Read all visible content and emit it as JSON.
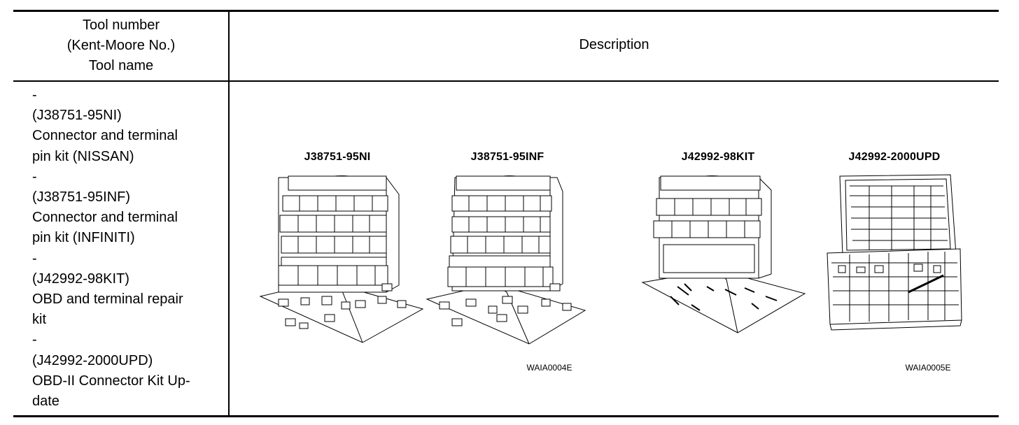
{
  "header": {
    "left_lines": [
      "Tool number",
      "(Kent-Moore No.)",
      "Tool name"
    ],
    "right": "Description"
  },
  "tool_lines": [
    "-",
    "(J38751-95NI)",
    "Connector and terminal",
    "pin kit (NISSAN)",
    "-",
    "(J38751-95INF)",
    "Connector and terminal",
    "pin kit (INFINITI)",
    "-",
    "(J42992-98KIT)",
    "OBD and terminal repair",
    "kit",
    "-",
    "(J42992-2000UPD)",
    "OBD-II Connector Kit Up-",
    "date"
  ],
  "figures": {
    "kit_labels": [
      "J38751-95NI",
      "J38751-95INF",
      "J42992-98KIT",
      "J42992-2000UPD"
    ],
    "figure_codes": [
      "WAIA0004E",
      "WAIA0005E"
    ]
  }
}
